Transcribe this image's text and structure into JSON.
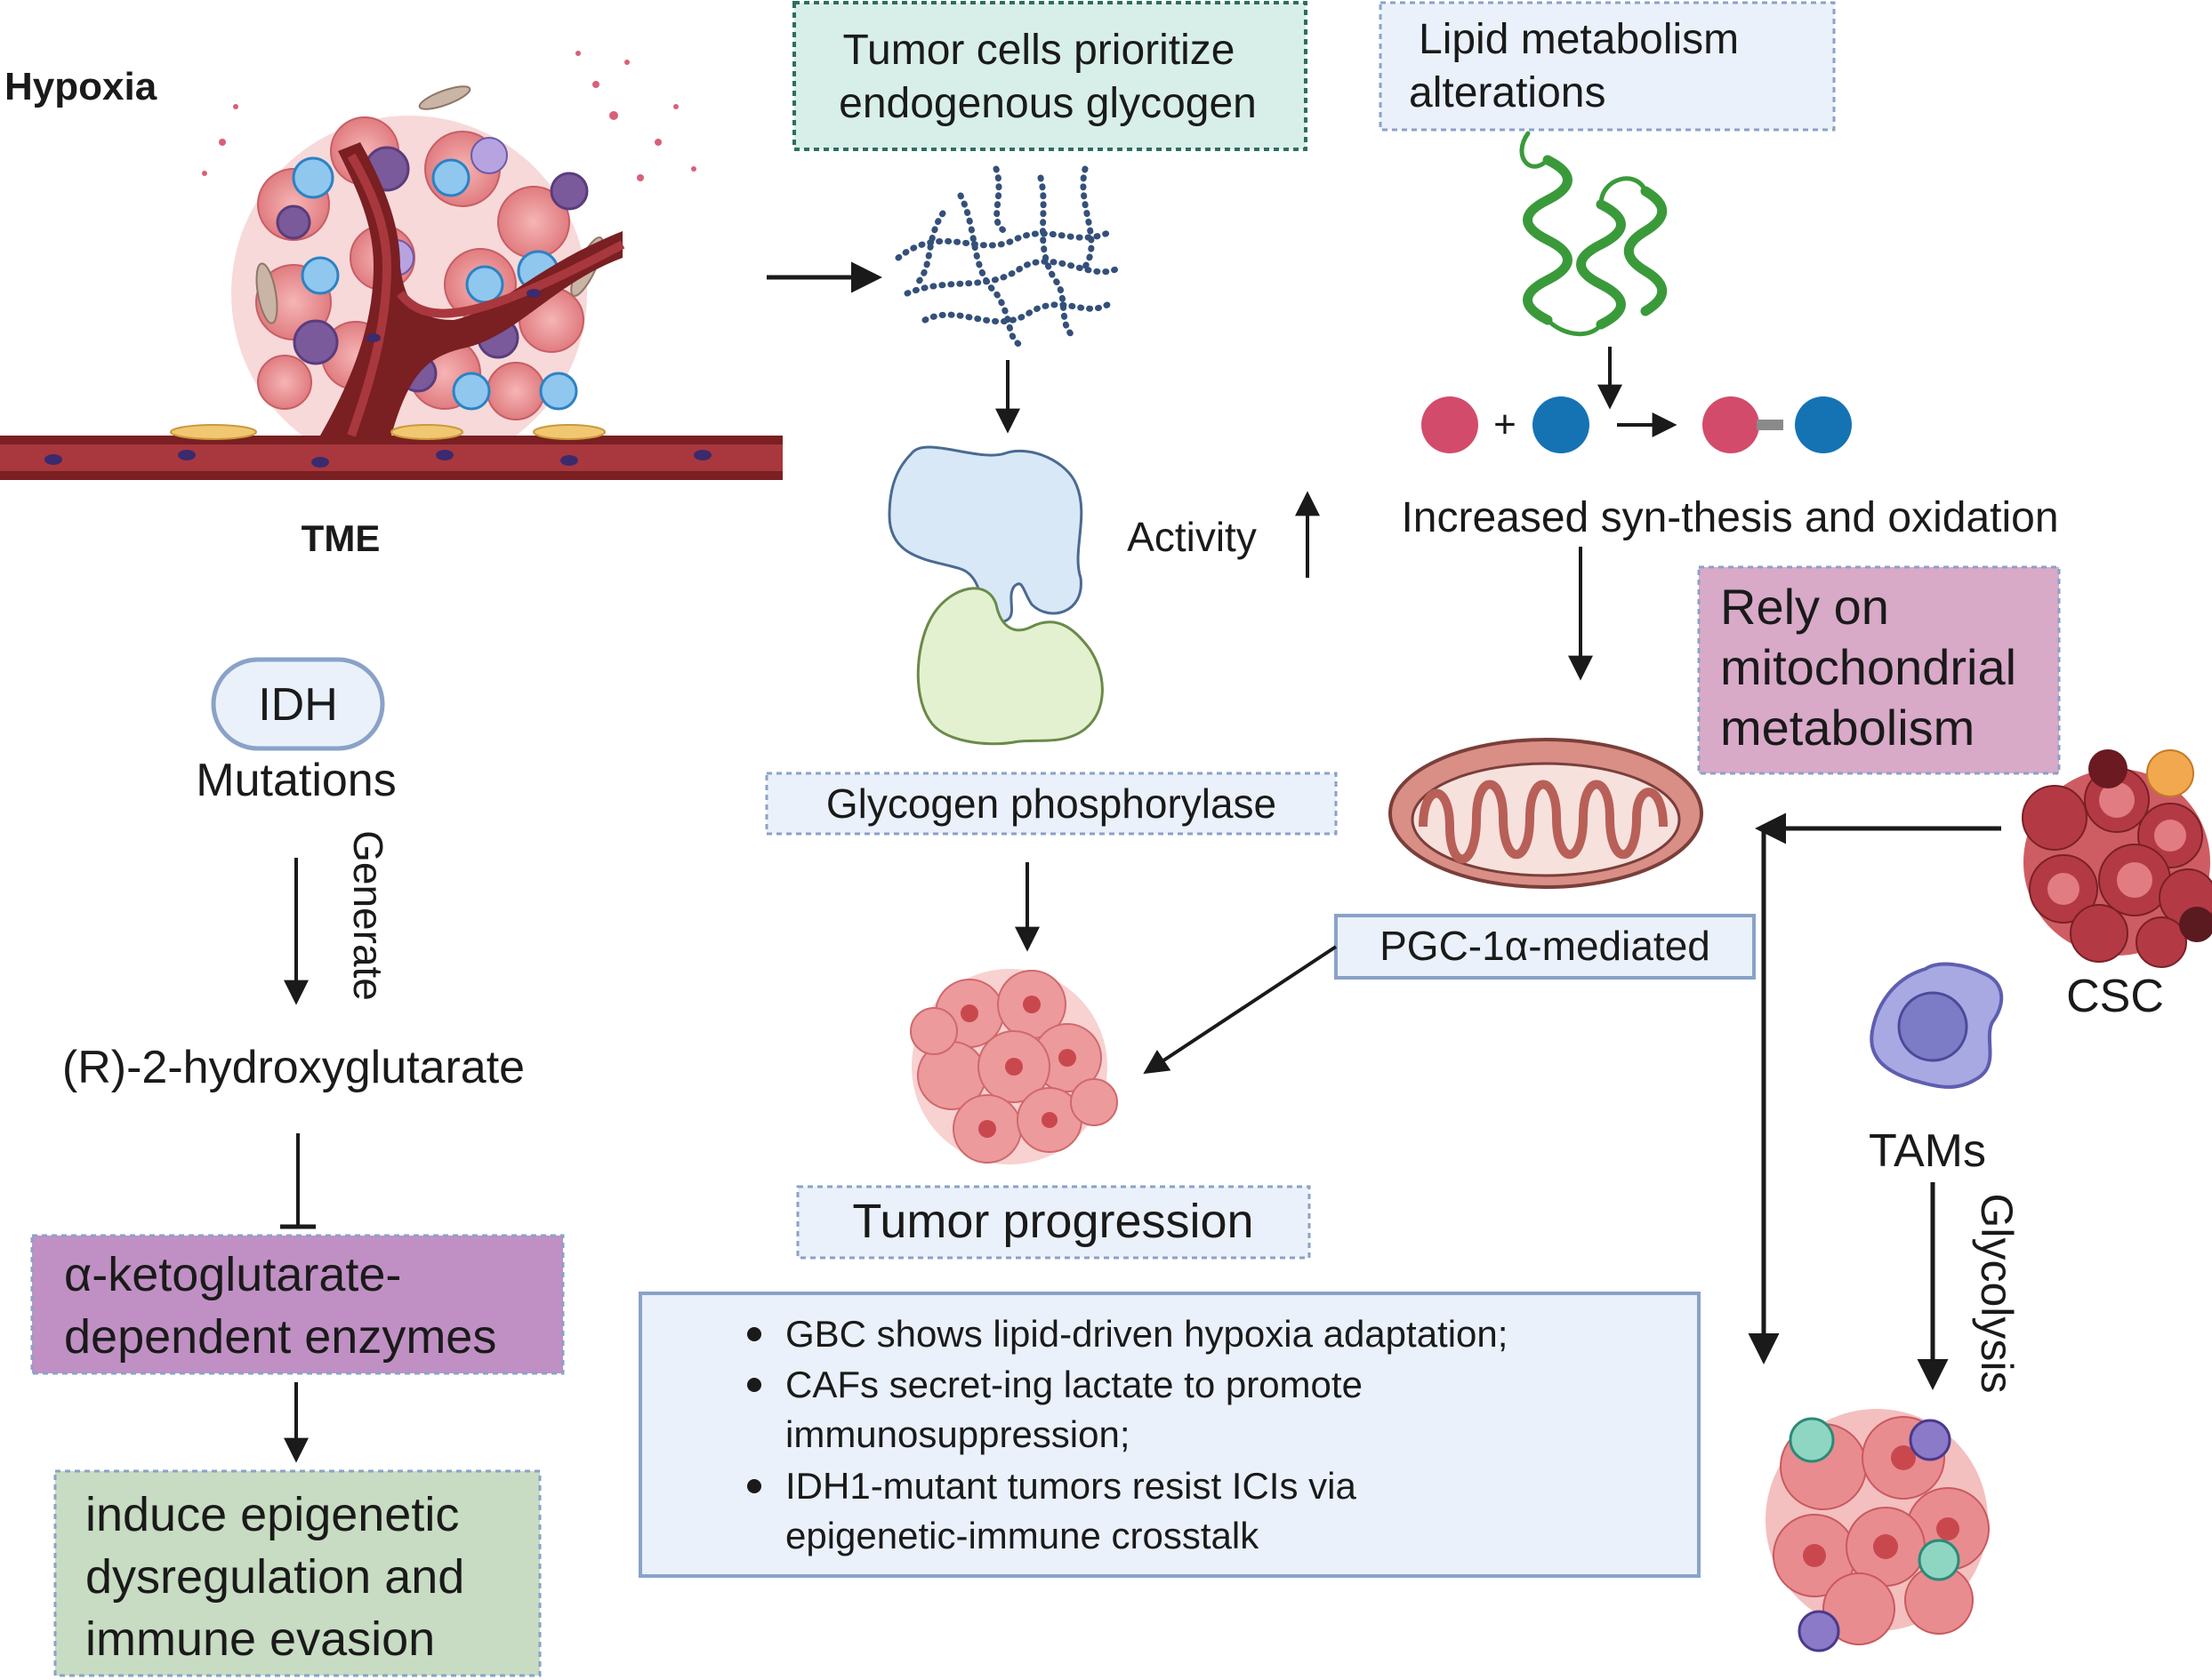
{
  "labels": {
    "hypoxia": "Hypoxia",
    "tme": "TME",
    "glycogen_box_line1": "Tumor cells prioritize",
    "glycogen_box_line2": "endogenous glycogen",
    "lipid_box_line1": "Lipid metabolism",
    "lipid_box_line2": "alterations",
    "plus": "+",
    "activity": "Activity",
    "increased": "Increased syn-thesis and oxidation",
    "rely_line1": "Rely on",
    "rely_line2": "mitochondrial",
    "rely_line3": "metabolism",
    "idh": "IDH",
    "mutations": "Mutations",
    "generate": "Generate",
    "glycogen_phosphorylase": "Glycogen phosphorylase",
    "pgc": "PGC-1α-mediated",
    "csc": "CSC",
    "r2hg": "(R)-2-hydroxyglutarate",
    "tams": "TAMs",
    "glycolysis": "Glycolysis",
    "tumor_progression": "Tumor progression",
    "akg_line1": "α-ketoglutarate-",
    "akg_line2": "dependent enzymes",
    "induce_line1": "induce epigenetic",
    "induce_line2": "dysregulation and",
    "induce_line3": "immune evasion"
  },
  "bullets": [
    "GBC shows lipid-driven hypoxia adaptation;",
    "CAFs secret-ing lactate to promote",
    "immunosuppression;",
    "IDH1-mutant tumors resist ICIs via",
    "epigenetic-immune crosstalk"
  ],
  "colors": {
    "vessel": "#7a1f22",
    "glycogen_box_fill": "#d7efe8",
    "glycogen_box_stroke": "#2d6e5e",
    "info_box_fill": "#eaf1fb",
    "info_box_stroke": "#8aa2c8",
    "rely_fill": "#d9a9c8",
    "akg_fill": "#c090c4",
    "induce_fill": "#c7dcc2",
    "tumor_pink": "#e8888c",
    "enzyme_blue": "#d8e8f7",
    "enzyme_green": "#e3f1d0",
    "mito_fill": "#d98f86",
    "lipid_green": "#3a9a3a",
    "molecule_red": "#d24b6a",
    "molecule_blue": "#1573b4",
    "tam_purple": "#a8a8e3"
  },
  "icons": [
    "tme-vessel-icon",
    "glycogen-icon",
    "protein-helix-icon",
    "molecule-icon",
    "enzyme-icon",
    "mitochondria-icon",
    "tumor-icon",
    "csc-icon",
    "tam-icon",
    "immune-tumor-icon"
  ]
}
